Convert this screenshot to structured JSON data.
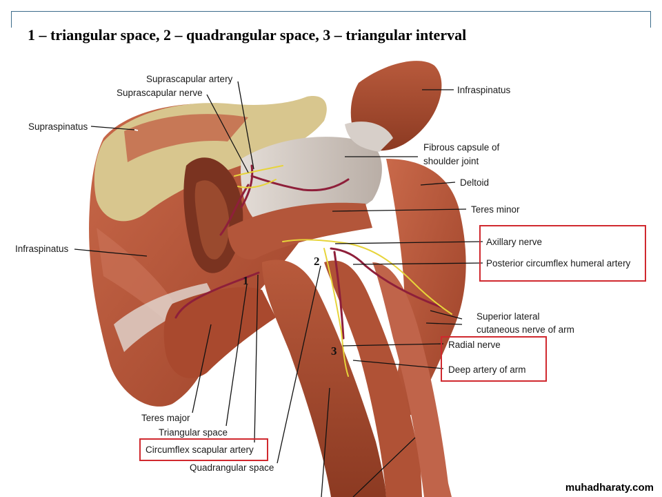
{
  "title": "1 – triangular space, 2 – quadrangular space, 3 – triangular interval",
  "labels": {
    "suprascapular_artery": "Suprascapular artery",
    "suprascapular_nerve": "Suprascapular nerve",
    "supraspinatus": "Supraspinatus",
    "infraspinatus_top": "Infraspinatus",
    "fibrous_capsule_1": "Fibrous capsule of",
    "fibrous_capsule_2": "shoulder joint",
    "deltoid": "Deltoid",
    "teres_minor": "Teres minor",
    "infraspinatus_left": "Infraspinatus",
    "axillary_nerve": "Axillary nerve",
    "posterior_circumflex": "Posterior circumflex humeral artery",
    "superior_lateral_1": "Superior lateral",
    "superior_lateral_2": "cutaneous nerve of arm",
    "radial_nerve": "Radial nerve",
    "deep_artery": "Deep artery of arm",
    "teres_major": "Teres major",
    "triangular_space": "Triangular space",
    "circumflex_scapular": "Circumflex scapular artery",
    "quadrangular_space": "Quadrangular space"
  },
  "numbers": {
    "n1": "1",
    "n2": "2",
    "n3": "3"
  },
  "watermark": "muhadharaty.com",
  "colors": {
    "muscle": "#b8583a",
    "muscle_dark": "#8e3a24",
    "tendon": "#d9d2cc",
    "bone": "#d8c68e",
    "vessel": "#8e1f3a",
    "nerve": "#e7d43a",
    "highlight": "#d0282e"
  }
}
